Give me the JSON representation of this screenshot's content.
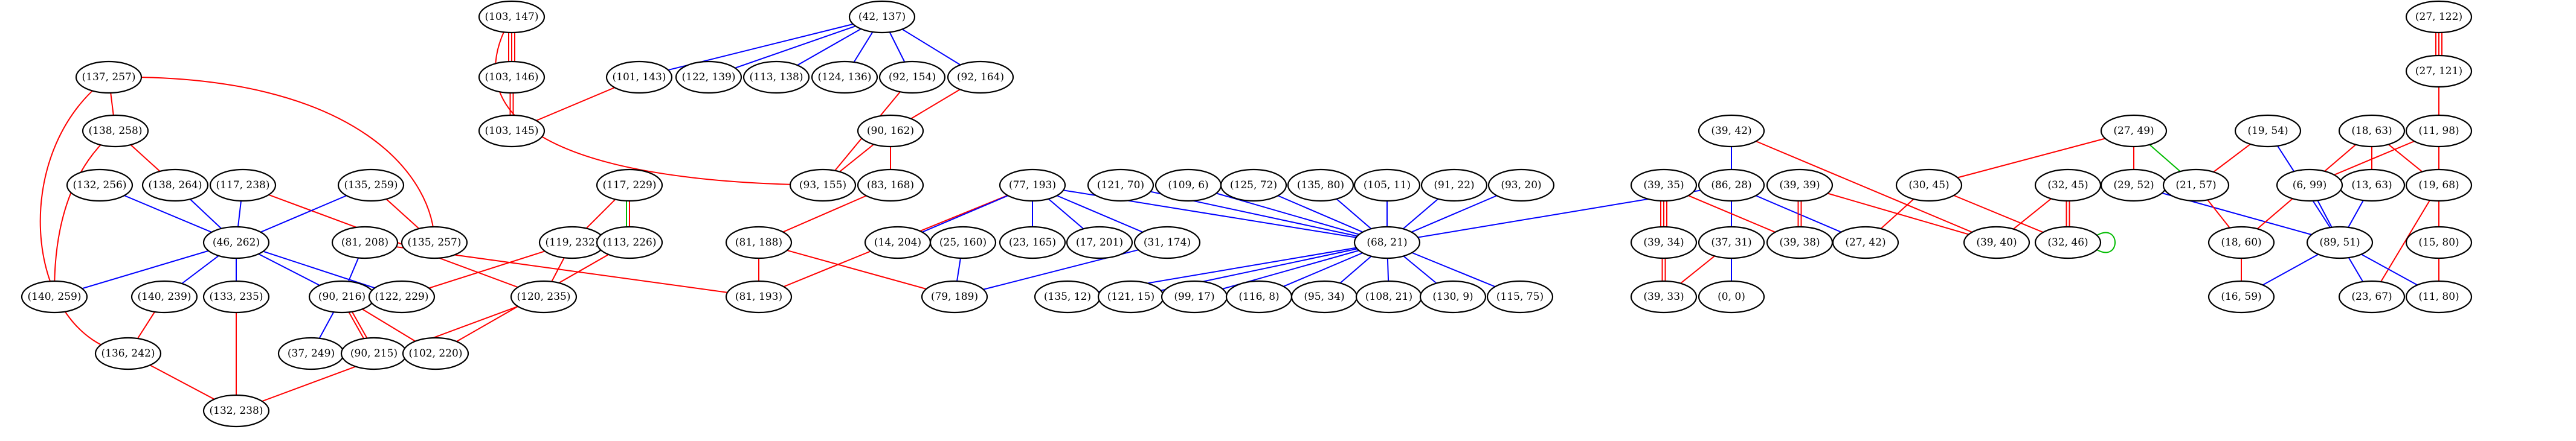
{
  "colors": {
    "red": "#ff0000",
    "blue": "#0000ff",
    "green": "#00bb00",
    "node_border": "#000000",
    "background": "#ffffff"
  },
  "nodes": [
    {
      "id": "n1",
      "label": "(103, 147)"
    },
    {
      "id": "n2",
      "label": "(103, 146)"
    },
    {
      "id": "n3",
      "label": "(103, 145)"
    },
    {
      "id": "n4",
      "label": "(101, 143)"
    },
    {
      "id": "n5",
      "label": "(42, 137)"
    },
    {
      "id": "n6",
      "label": "(122, 139)"
    },
    {
      "id": "n7",
      "label": "(113, 138)"
    },
    {
      "id": "n8",
      "label": "(124, 136)"
    },
    {
      "id": "n9",
      "label": "(92, 154)"
    },
    {
      "id": "n10",
      "label": "(92, 164)"
    },
    {
      "id": "n11",
      "label": "(90, 162)"
    },
    {
      "id": "n12",
      "label": "(93, 155)"
    },
    {
      "id": "n13",
      "label": "(83, 168)"
    },
    {
      "id": "n14",
      "label": "(137, 257)"
    },
    {
      "id": "n15",
      "label": "(138, 258)"
    },
    {
      "id": "n16",
      "label": "(132, 256)"
    },
    {
      "id": "n17",
      "label": "(138, 264)"
    },
    {
      "id": "n18",
      "label": "(117, 238)"
    },
    {
      "id": "n19",
      "label": "(135, 259)"
    },
    {
      "id": "n20",
      "label": "(46, 262)"
    },
    {
      "id": "n21",
      "label": "(135, 257)"
    },
    {
      "id": "n22",
      "label": "(140, 259)"
    },
    {
      "id": "n23",
      "label": "(140, 239)"
    },
    {
      "id": "n24",
      "label": "(133, 235)"
    },
    {
      "id": "n25",
      "label": "(136, 242)"
    },
    {
      "id": "n26",
      "label": "(132, 238)"
    },
    {
      "id": "n27",
      "label": "(81, 208)"
    },
    {
      "id": "n28",
      "label": "(90, 216)"
    },
    {
      "id": "n29",
      "label": "(37, 249)"
    },
    {
      "id": "n30",
      "label": "(90, 215)"
    },
    {
      "id": "n31",
      "label": "(102, 220)"
    },
    {
      "id": "n32",
      "label": "(122, 229)"
    },
    {
      "id": "n33",
      "label": "(117, 229)"
    },
    {
      "id": "n34",
      "label": "(119, 232)"
    },
    {
      "id": "n35",
      "label": "(113, 226)"
    },
    {
      "id": "n36",
      "label": "(120, 235)"
    },
    {
      "id": "n37",
      "label": "(81, 188)"
    },
    {
      "id": "n38",
      "label": "(81, 193)"
    },
    {
      "id": "n39",
      "label": "(79, 189)"
    },
    {
      "id": "n40",
      "label": "(77, 193)"
    },
    {
      "id": "n41",
      "label": "(14, 204)"
    },
    {
      "id": "n42",
      "label": "(25, 160)"
    },
    {
      "id": "n43",
      "label": "(23, 165)"
    },
    {
      "id": "n44",
      "label": "(17, 201)"
    },
    {
      "id": "n45",
      "label": "(31, 174)"
    },
    {
      "id": "n46",
      "label": "(121, 70)"
    },
    {
      "id": "n47",
      "label": "(109, 6)"
    },
    {
      "id": "n48",
      "label": "(125, 72)"
    },
    {
      "id": "n49",
      "label": "(135, 80)"
    },
    {
      "id": "n50",
      "label": "(105, 11)"
    },
    {
      "id": "n51",
      "label": "(91, 22)"
    },
    {
      "id": "n52",
      "label": "(93, 20)"
    },
    {
      "id": "n53",
      "label": "(68, 21)"
    },
    {
      "id": "n54",
      "label": "(135, 12)"
    },
    {
      "id": "n55",
      "label": "(121, 15)"
    },
    {
      "id": "n56",
      "label": "(99, 17)"
    },
    {
      "id": "n57",
      "label": "(116, 8)"
    },
    {
      "id": "n58",
      "label": "(95, 34)"
    },
    {
      "id": "n59",
      "label": "(108, 21)"
    },
    {
      "id": "n60",
      "label": "(130, 9)"
    },
    {
      "id": "n61",
      "label": "(115, 75)"
    },
    {
      "id": "n62",
      "label": "(39, 42)"
    },
    {
      "id": "n63",
      "label": "(86, 28)"
    },
    {
      "id": "n64",
      "label": "(39, 35)"
    },
    {
      "id": "n65",
      "label": "(39, 34)"
    },
    {
      "id": "n66",
      "label": "(39, 33)"
    },
    {
      "id": "n67",
      "label": "(37, 31)"
    },
    {
      "id": "n68",
      "label": "(0, 0)"
    },
    {
      "id": "n69",
      "label": "(39, 39)"
    },
    {
      "id": "n70",
      "label": "(39, 38)"
    },
    {
      "id": "n71",
      "label": "(27, 42)"
    },
    {
      "id": "n72",
      "label": "(30, 45)"
    },
    {
      "id": "n73",
      "label": "(39, 40)"
    },
    {
      "id": "n74",
      "label": "(32, 45)"
    },
    {
      "id": "n75",
      "label": "(32, 46)"
    },
    {
      "id": "n76",
      "label": "(27, 49)"
    },
    {
      "id": "n77",
      "label": "(29, 52)"
    },
    {
      "id": "n78",
      "label": "(21, 57)"
    },
    {
      "id": "n79",
      "label": "(19, 54)"
    },
    {
      "id": "n80",
      "label": "(18, 60)"
    },
    {
      "id": "n81",
      "label": "(16, 59)"
    },
    {
      "id": "n82",
      "label": "(18, 63)"
    },
    {
      "id": "n83",
      "label": "(13, 63)"
    },
    {
      "id": "n84",
      "label": "(6, 99)"
    },
    {
      "id": "n85",
      "label": "(19, 68)"
    },
    {
      "id": "n86",
      "label": "(89, 51)"
    },
    {
      "id": "n87",
      "label": "(23, 67)"
    },
    {
      "id": "n88",
      "label": "(11, 80)"
    },
    {
      "id": "n89",
      "label": "(15, 80)"
    },
    {
      "id": "n90",
      "label": "(11, 98)"
    },
    {
      "id": "n91",
      "label": "(27, 121)"
    },
    {
      "id": "n92",
      "label": "(27, 122)"
    }
  ],
  "edges": [
    {
      "from": "n1",
      "to": "n2",
      "color": "red",
      "multiplicity": 3
    },
    {
      "from": "n2",
      "to": "n3",
      "color": "red",
      "multiplicity": 2
    },
    {
      "from": "n1",
      "to": "n12",
      "color": "red",
      "multiplicity": 1
    },
    {
      "from": "n5",
      "to": "n4",
      "color": "blue",
      "multiplicity": 1
    },
    {
      "from": "n5",
      "to": "n6",
      "color": "blue",
      "multiplicity": 1
    },
    {
      "from": "n5",
      "to": "n7",
      "color": "blue",
      "multiplicity": 1
    },
    {
      "from": "n5",
      "to": "n8",
      "color": "blue",
      "multiplicity": 1
    },
    {
      "from": "n5",
      "to": "n9",
      "color": "blue",
      "multiplicity": 1
    },
    {
      "from": "n5",
      "to": "n10",
      "color": "blue",
      "multiplicity": 1
    },
    {
      "from": "n4",
      "to": "n3",
      "color": "red",
      "multiplicity": 1
    },
    {
      "from": "n10",
      "to": "n11",
      "color": "red",
      "multiplicity": 1
    },
    {
      "from": "n9",
      "to": "n12",
      "color": "red",
      "multiplicity": 1
    },
    {
      "from": "n11",
      "to": "n12",
      "color": "red",
      "multiplicity": 1
    },
    {
      "from": "n11",
      "to": "n13",
      "color": "red",
      "multiplicity": 1
    },
    {
      "from": "n13",
      "to": "n37",
      "color": "red",
      "multiplicity": 1
    },
    {
      "from": "n14",
      "to": "n15",
      "color": "red",
      "multiplicity": 1
    },
    {
      "from": "n14",
      "to": "n25",
      "color": "red",
      "multiplicity": 1
    },
    {
      "from": "n14",
      "to": "n21",
      "color": "red",
      "multiplicity": 1
    },
    {
      "from": "n15",
      "to": "n17",
      "color": "red",
      "multiplicity": 1
    },
    {
      "from": "n15",
      "to": "n22",
      "color": "red",
      "multiplicity": 1
    },
    {
      "from": "n16",
      "to": "n20",
      "color": "blue",
      "multiplicity": 1
    },
    {
      "from": "n17",
      "to": "n20",
      "color": "blue",
      "multiplicity": 1
    },
    {
      "from": "n18",
      "to": "n20",
      "color": "blue",
      "multiplicity": 1
    },
    {
      "from": "n18",
      "to": "n36",
      "color": "red",
      "multiplicity": 1
    },
    {
      "from": "n19",
      "to": "n20",
      "color": "blue",
      "multiplicity": 1
    },
    {
      "from": "n19",
      "to": "n21",
      "color": "red",
      "multiplicity": 1
    },
    {
      "from": "n20",
      "to": "n22",
      "color": "blue",
      "multiplicity": 1
    },
    {
      "from": "n20",
      "to": "n23",
      "color": "blue",
      "multiplicity": 1
    },
    {
      "from": "n20",
      "to": "n24",
      "color": "blue",
      "multiplicity": 1
    },
    {
      "from": "n20",
      "to": "n28",
      "color": "blue",
      "multiplicity": 1
    },
    {
      "from": "n20",
      "to": "n32",
      "color": "blue",
      "multiplicity": 1
    },
    {
      "from": "n23",
      "to": "n25",
      "color": "red",
      "multiplicity": 1
    },
    {
      "from": "n24",
      "to": "n26",
      "color": "red",
      "multiplicity": 1
    },
    {
      "from": "n25",
      "to": "n26",
      "color": "red",
      "multiplicity": 1
    },
    {
      "from": "n27",
      "to": "n28",
      "color": "blue",
      "multiplicity": 1
    },
    {
      "from": "n27",
      "to": "n38",
      "color": "red",
      "multiplicity": 1
    },
    {
      "from": "n28",
      "to": "n29",
      "color": "blue",
      "multiplicity": 1
    },
    {
      "from": "n28",
      "to": "n30",
      "color": "red",
      "multiplicity": 2
    },
    {
      "from": "n28",
      "to": "n31",
      "color": "red",
      "multiplicity": 1
    },
    {
      "from": "n33",
      "to": "n34",
      "color": "red",
      "multiplicity": 1
    },
    {
      "from": "n33",
      "to": "n35",
      "color": "red",
      "multiplicity": 1
    },
    {
      "from": "n33",
      "to": "n35",
      "color": "green",
      "multiplicity": 1,
      "offset": 5
    },
    {
      "from": "n34",
      "to": "n32",
      "color": "red",
      "multiplicity": 1
    },
    {
      "from": "n34",
      "to": "n36",
      "color": "red",
      "multiplicity": 1
    },
    {
      "from": "n35",
      "to": "n31",
      "color": "red",
      "multiplicity": 1
    },
    {
      "from": "n36",
      "to": "n26",
      "color": "red",
      "multiplicity": 1
    },
    {
      "from": "n37",
      "to": "n38",
      "color": "red",
      "multiplicity": 1
    },
    {
      "from": "n37",
      "to": "n39",
      "color": "red",
      "multiplicity": 1
    },
    {
      "from": "n40",
      "to": "n38",
      "color": "red",
      "multiplicity": 1
    },
    {
      "from": "n40",
      "to": "n41",
      "color": "blue",
      "multiplicity": 1
    },
    {
      "from": "n40",
      "to": "n43",
      "color": "blue",
      "multiplicity": 1
    },
    {
      "from": "n40",
      "to": "n44",
      "color": "blue",
      "multiplicity": 1
    },
    {
      "from": "n40",
      "to": "n45",
      "color": "blue",
      "multiplicity": 1
    },
    {
      "from": "n40",
      "to": "n53",
      "color": "blue",
      "multiplicity": 1
    },
    {
      "from": "n42",
      "to": "n39",
      "color": "blue",
      "multiplicity": 1
    },
    {
      "from": "n45",
      "to": "n39",
      "color": "blue",
      "multiplicity": 1
    },
    {
      "from": "n46",
      "to": "n53",
      "color": "blue",
      "multiplicity": 1
    },
    {
      "from": "n47",
      "to": "n53",
      "color": "blue",
      "multiplicity": 1
    },
    {
      "from": "n48",
      "to": "n53",
      "color": "blue",
      "multiplicity": 1
    },
    {
      "from": "n49",
      "to": "n53",
      "color": "blue",
      "multiplicity": 1
    },
    {
      "from": "n50",
      "to": "n53",
      "color": "blue",
      "multiplicity": 1
    },
    {
      "from": "n51",
      "to": "n53",
      "color": "blue",
      "multiplicity": 1
    },
    {
      "from": "n52",
      "to": "n53",
      "color": "blue",
      "multiplicity": 1
    },
    {
      "from": "n53",
      "to": "n54",
      "color": "blue",
      "multiplicity": 1
    },
    {
      "from": "n53",
      "to": "n55",
      "color": "blue",
      "multiplicity": 1
    },
    {
      "from": "n53",
      "to": "n56",
      "color": "blue",
      "multiplicity": 1
    },
    {
      "from": "n53",
      "to": "n57",
      "color": "blue",
      "multiplicity": 1
    },
    {
      "from": "n53",
      "to": "n58",
      "color": "blue",
      "multiplicity": 1
    },
    {
      "from": "n53",
      "to": "n59",
      "color": "blue",
      "multiplicity": 1
    },
    {
      "from": "n53",
      "to": "n60",
      "color": "blue",
      "multiplicity": 1
    },
    {
      "from": "n53",
      "to": "n61",
      "color": "blue",
      "multiplicity": 1
    },
    {
      "from": "n63",
      "to": "n53",
      "color": "blue",
      "multiplicity": 1
    },
    {
      "from": "n62",
      "to": "n63",
      "color": "blue",
      "multiplicity": 1
    },
    {
      "from": "n62",
      "to": "n73",
      "color": "red",
      "multiplicity": 1
    },
    {
      "from": "n63",
      "to": "n67",
      "color": "blue",
      "multiplicity": 1
    },
    {
      "from": "n63",
      "to": "n71",
      "color": "blue",
      "multiplicity": 1
    },
    {
      "from": "n64",
      "to": "n65",
      "color": "red",
      "multiplicity": 3
    },
    {
      "from": "n64",
      "to": "n70",
      "color": "red",
      "multiplicity": 1
    },
    {
      "from": "n65",
      "to": "n66",
      "color": "red",
      "multiplicity": 2
    },
    {
      "from": "n67",
      "to": "n66",
      "color": "red",
      "multiplicity": 1
    },
    {
      "from": "n67",
      "to": "n68",
      "color": "blue",
      "multiplicity": 1
    },
    {
      "from": "n69",
      "to": "n70",
      "color": "red",
      "multiplicity": 2
    },
    {
      "from": "n69",
      "to": "n73",
      "color": "red",
      "multiplicity": 1
    },
    {
      "from": "n72",
      "to": "n71",
      "color": "red",
      "multiplicity": 1
    },
    {
      "from": "n72",
      "to": "n75",
      "color": "red",
      "multiplicity": 1
    },
    {
      "from": "n74",
      "to": "n73",
      "color": "red",
      "multiplicity": 1
    },
    {
      "from": "n74",
      "to": "n75",
      "color": "red",
      "multiplicity": 2
    },
    {
      "from": "n75",
      "to": "n75",
      "color": "green",
      "multiplicity": 1,
      "self_loop": true
    },
    {
      "from": "n76",
      "to": "n72",
      "color": "red",
      "multiplicity": 1
    },
    {
      "from": "n76",
      "to": "n77",
      "color": "red",
      "multiplicity": 1
    },
    {
      "from": "n76",
      "to": "n78",
      "color": "green",
      "multiplicity": 1
    },
    {
      "from": "n77",
      "to": "n86",
      "color": "blue",
      "multiplicity": 1
    },
    {
      "from": "n78",
      "to": "n80",
      "color": "red",
      "multiplicity": 1
    },
    {
      "from": "n79",
      "to": "n78",
      "color": "red",
      "multiplicity": 1
    },
    {
      "from": "n79",
      "to": "n86",
      "color": "blue",
      "multiplicity": 1
    },
    {
      "from": "n80",
      "to": "n81",
      "color": "red",
      "multiplicity": 1
    },
    {
      "from": "n82",
      "to": "n83",
      "color": "red",
      "multiplicity": 1
    },
    {
      "from": "n82",
      "to": "n80",
      "color": "red",
      "multiplicity": 1
    },
    {
      "from": "n82",
      "to": "n85",
      "color": "red",
      "multiplicity": 1
    },
    {
      "from": "n83",
      "to": "n86",
      "color": "blue",
      "multiplicity": 1
    },
    {
      "from": "n84",
      "to": "n86",
      "color": "blue",
      "multiplicity": 1
    },
    {
      "from": "n85",
      "to": "n87",
      "color": "red",
      "multiplicity": 1
    },
    {
      "from": "n86",
      "to": "n81",
      "color": "blue",
      "multiplicity": 1
    },
    {
      "from": "n86",
      "to": "n87",
      "color": "blue",
      "multiplicity": 1
    },
    {
      "from": "n86",
      "to": "n88",
      "color": "blue",
      "multiplicity": 1
    },
    {
      "from": "n89",
      "to": "n88",
      "color": "red",
      "multiplicity": 1
    },
    {
      "from": "n90",
      "to": "n84",
      "color": "red",
      "multiplicity": 1
    },
    {
      "from": "n90",
      "to": "n89",
      "color": "red",
      "multiplicity": 1
    },
    {
      "from": "n91",
      "to": "n90",
      "color": "red",
      "multiplicity": 1
    },
    {
      "from": "n92",
      "to": "n91",
      "color": "red",
      "multiplicity": 3
    }
  ]
}
